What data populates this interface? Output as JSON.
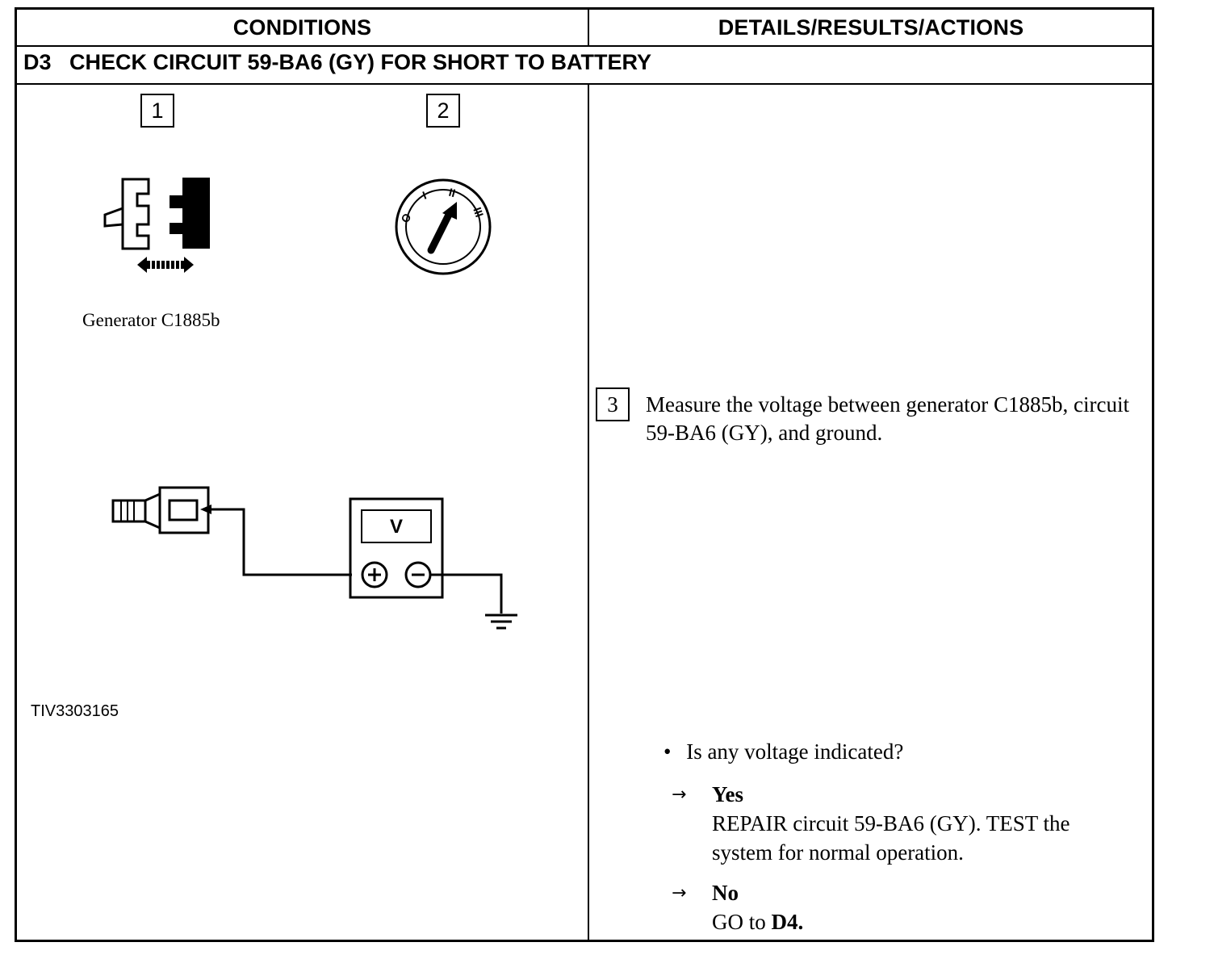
{
  "header": {
    "conditions": "CONDITIONS",
    "details": "DETAILS/RESULTS/ACTIONS"
  },
  "title": "D3   CHECK CIRCUIT 59-BA6 (GY) FOR SHORT TO BATTERY",
  "steps": {
    "step1": "1",
    "step2": "2",
    "step3": "3"
  },
  "figure": {
    "connector_caption": "Generator C1885b",
    "meter_label": "V",
    "figure_id": "TIV3303165",
    "icons": [
      "connector-disconnect-icon",
      "ignition-switch-icon",
      "probe-connector-icon",
      "voltmeter-icon",
      "ground-symbol-icon"
    ]
  },
  "details": {
    "step3_text": "Measure the voltage between generator C1885b, circuit 59-BA6 (GY), and ground.",
    "question": "Is any voltage indicated?",
    "yes_label": "Yes",
    "yes_action_1": "REPAIR circuit 59-BA6 (GY). TEST the",
    "yes_action_2": "system for normal operation.",
    "no_label": "No",
    "no_action_prefix": "GO to ",
    "no_action_target": "D4."
  }
}
